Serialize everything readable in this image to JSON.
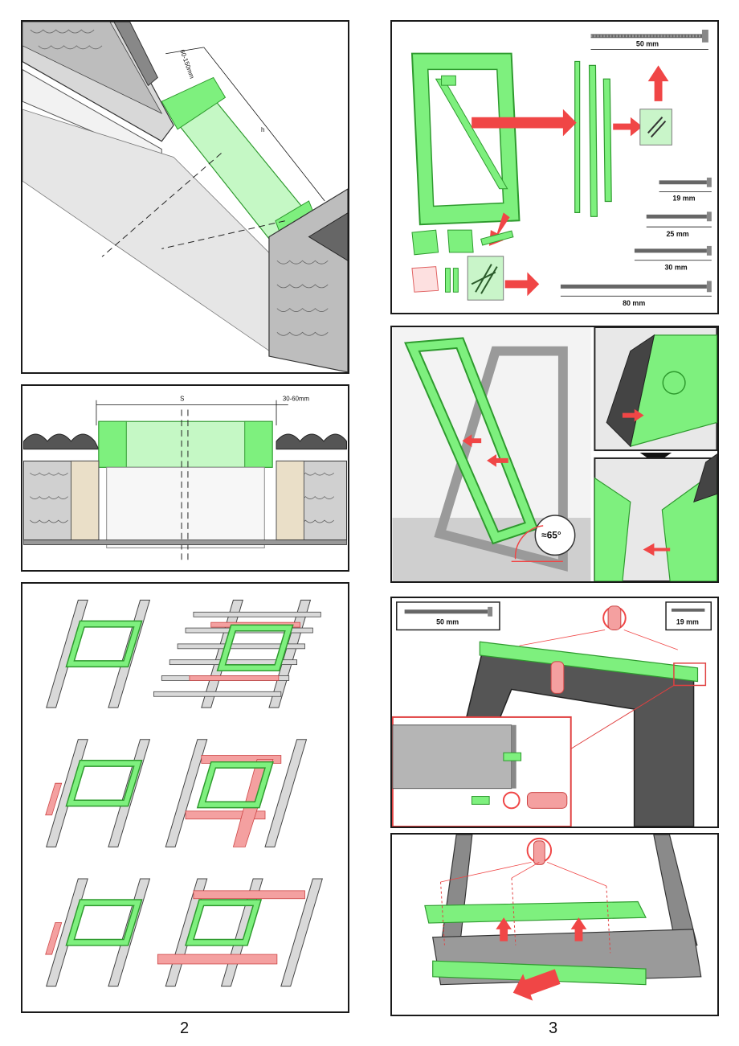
{
  "page_numbers": {
    "left": "2",
    "right": "3"
  },
  "panel_roof_section": {
    "dim_gap": "60-150mm",
    "dim_h": "h"
  },
  "panel_cross_section": {
    "dim_s": "S",
    "dim_gap": "30-60mm"
  },
  "panel_components": {
    "screws": [
      {
        "label": "50 mm"
      },
      {
        "label": "19 mm"
      },
      {
        "label": "25 mm"
      },
      {
        "label": "30 mm"
      },
      {
        "label": "80 mm"
      }
    ]
  },
  "panel_sash_removal": {
    "angle_label": "≈65°"
  },
  "panel_brackets": {
    "screw_left": "50 mm",
    "screw_right": "19 mm"
  },
  "colors": {
    "green": "#7ef07e",
    "green_dark": "#2e9a2e",
    "red": "#f04646",
    "pink": "#f4a0a0",
    "grey": "#bdbdbd"
  }
}
